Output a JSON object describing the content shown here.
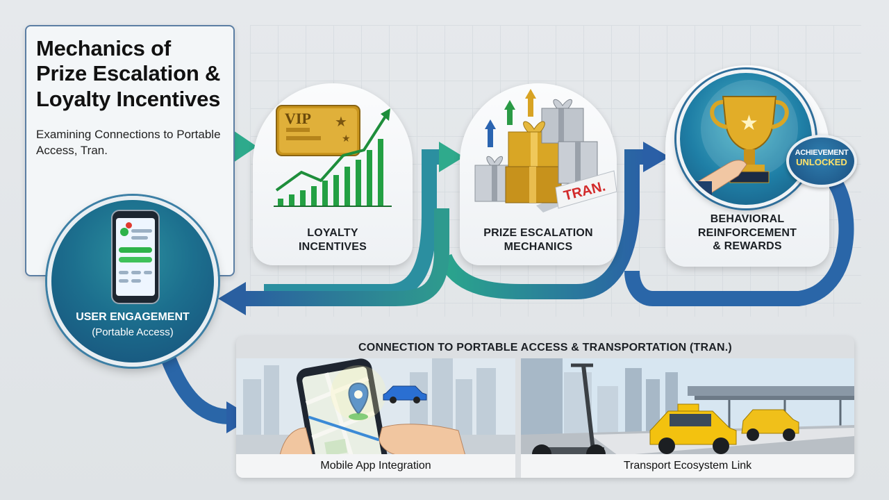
{
  "title": "Mechanics of Prize Escalation & Loyalty Incentives",
  "subtitle": "Examining Connections to Portable Access, Tran.",
  "user_engagement": {
    "title": "USER ENGAGEMENT",
    "subtitle": "(Portable Access)"
  },
  "stages": [
    {
      "label": "LOYALTY\nINCENTIVES",
      "icon": "vip-card-growth-chart-icon"
    },
    {
      "label": "PRIZE ESCALATION\nMECHANICS",
      "icon": "gift-boxes-icon",
      "tag": "TRAN."
    },
    {
      "label": "BEHAVIORAL\nREINFORCEMENT\n& REWARDS",
      "icon": "trophy-icon"
    }
  ],
  "vip_card_text": "VIP",
  "badge": {
    "line1": "ACHIEVEMENT",
    "line2": "UNLOCKED"
  },
  "connection": {
    "title": "CONNECTION TO PORTABLE ACCESS & TRANSPORTATION (TRAN.)",
    "panels": [
      {
        "caption": "Mobile App Integration",
        "icon": "map-phone-icon"
      },
      {
        "caption": "Transport Ecosystem Link",
        "icon": "scooter-taxi-icon"
      }
    ]
  },
  "colors": {
    "teal": "#2aa58c",
    "blue": "#2a69a8",
    "dark_blue": "#1e4f8a",
    "gold": "#d9a625",
    "red_tag": "#d22a2a",
    "green_chart": "#23a043"
  }
}
